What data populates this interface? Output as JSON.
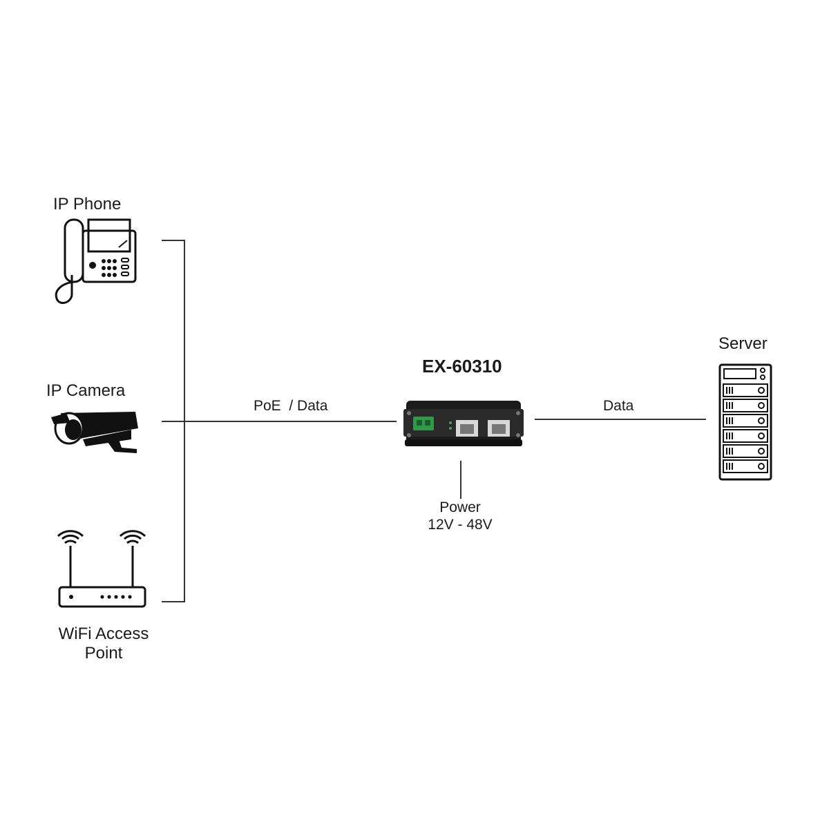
{
  "devices": {
    "ip_phone": {
      "label": "IP Phone",
      "icon": "ip-phone-icon"
    },
    "ip_camera": {
      "label": "IP Camera",
      "icon": "ip-camera-icon"
    },
    "wifi_ap": {
      "label_line1": "WiFi Access",
      "label_line2": "Point",
      "icon": "wifi-router-icon"
    },
    "server": {
      "label": "Server",
      "icon": "server-rack-icon"
    }
  },
  "injector": {
    "model": "EX-60310",
    "icon": "poe-injector-icon"
  },
  "links": {
    "poe_data": "PoE  / Data",
    "data": "Data",
    "power_line1": "Power",
    "power_line2": "12V - 48V"
  },
  "colors": {
    "line": "#333333",
    "device_body": "#1c1c1c",
    "terminal": "#2e9a4a"
  }
}
